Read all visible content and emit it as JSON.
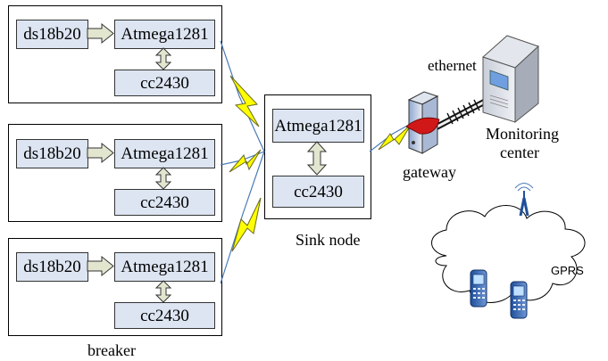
{
  "breakers": [
    {
      "sensor": "ds18b20",
      "mcu": "Atmega1281",
      "radio": "cc2430"
    },
    {
      "sensor": "ds18b20",
      "mcu": "Atmega1281",
      "radio": "cc2430"
    },
    {
      "sensor": "ds18b20",
      "mcu": "Atmega1281",
      "radio": "cc2430"
    }
  ],
  "breaker_label": "breaker",
  "sink": {
    "mcu": "Atmega1281",
    "radio": "cc2430",
    "label": "Sink node"
  },
  "gateway_label": "gateway",
  "ethernet_label": "ethernet",
  "monitoring_label_1": "Monitoring",
  "monitoring_label_2": "center",
  "gprs_label": "GPRS",
  "colors": {
    "box_fill": "#dde5f2",
    "lightning": "#ffff00",
    "wireless_line": "#4a7ab8",
    "arrow_fill": "#e3e6cf"
  }
}
